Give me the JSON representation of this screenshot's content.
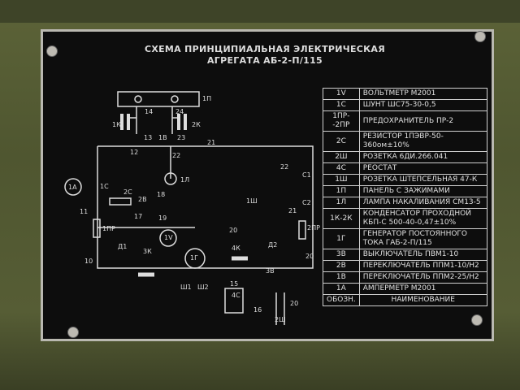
{
  "title": {
    "line1": "СХЕМА ПРИНЦИПИАЛЬНАЯ ЭЛЕКТРИЧЕСКАЯ",
    "line2": "АГРЕГАТА АБ-2-П/115"
  },
  "table": {
    "rows": [
      {
        "code": "1V",
        "name": "ВОЛЬТМЕТР М2001"
      },
      {
        "code": "1С",
        "name": "ШУНТ ШС75-30-0,5"
      },
      {
        "code": "1ПР--2ПР",
        "name": "ПРЕДОХРАНИТЕЛЬ ПР-2"
      },
      {
        "code": "2С",
        "name": "РЕЗИСТОР 1ПЭВР-50-360ом±10%"
      },
      {
        "code": "2Ш",
        "name": "РОЗЕТКА 6ДИ.266.041"
      },
      {
        "code": "4С",
        "name": "РЕОСТАТ"
      },
      {
        "code": "1Ш",
        "name": "РОЗЕТКА ШТЕПСЕЛЬНАЯ 47-К"
      },
      {
        "code": "1П",
        "name": "ПАНЕЛЬ С ЗАЖИМАМИ"
      },
      {
        "code": "1Л",
        "name": "ЛАМПА НАКАЛИВАНИЯ СМ13-5"
      },
      {
        "code": "1К-2К",
        "name": "КОНДЕНСАТОР ПРОХОДНОЙ КБП-С 500-40-0,47±10%"
      },
      {
        "code": "1Г",
        "name": "ГЕНЕРАТОР ПОСТОЯННОГО ТОКА ГАБ-2-П/115"
      },
      {
        "code": "3В",
        "name": "ВЫКЛЮЧАТЕЛЬ ПВМ1-10"
      },
      {
        "code": "2В",
        "name": "ПЕРЕКЛЮЧАТЕЛЬ ППМ1-10/Н2"
      },
      {
        "code": "1В",
        "name": "ПЕРЕКЛЮЧАТЕЛЬ ППМ2-25/Н2"
      },
      {
        "code": "1А",
        "name": "АМПЕРМЕТР М2001"
      }
    ],
    "header": {
      "code": "ОБОЗН.",
      "name": "НАИМЕНОВАНИЕ"
    }
  },
  "diagram": {
    "labels": [
      "1П",
      "14",
      "24",
      "1К",
      "2К",
      "13",
      "1В",
      "23",
      "12",
      "22",
      "21",
      "1Л",
      "1А",
      "1С",
      "2С",
      "2В",
      "18",
      "11",
      "17",
      "19",
      "22",
      "С1",
      "С2",
      "21",
      "1Ш",
      "20",
      "1ПР",
      "2ПР",
      "1V",
      "Д1",
      "Д2",
      "3К",
      "4К",
      "1Г",
      "10",
      "20",
      "Ш1",
      "Ш2",
      "15",
      "4С",
      "16",
      "3В",
      "2Ш",
      "20"
    ]
  }
}
